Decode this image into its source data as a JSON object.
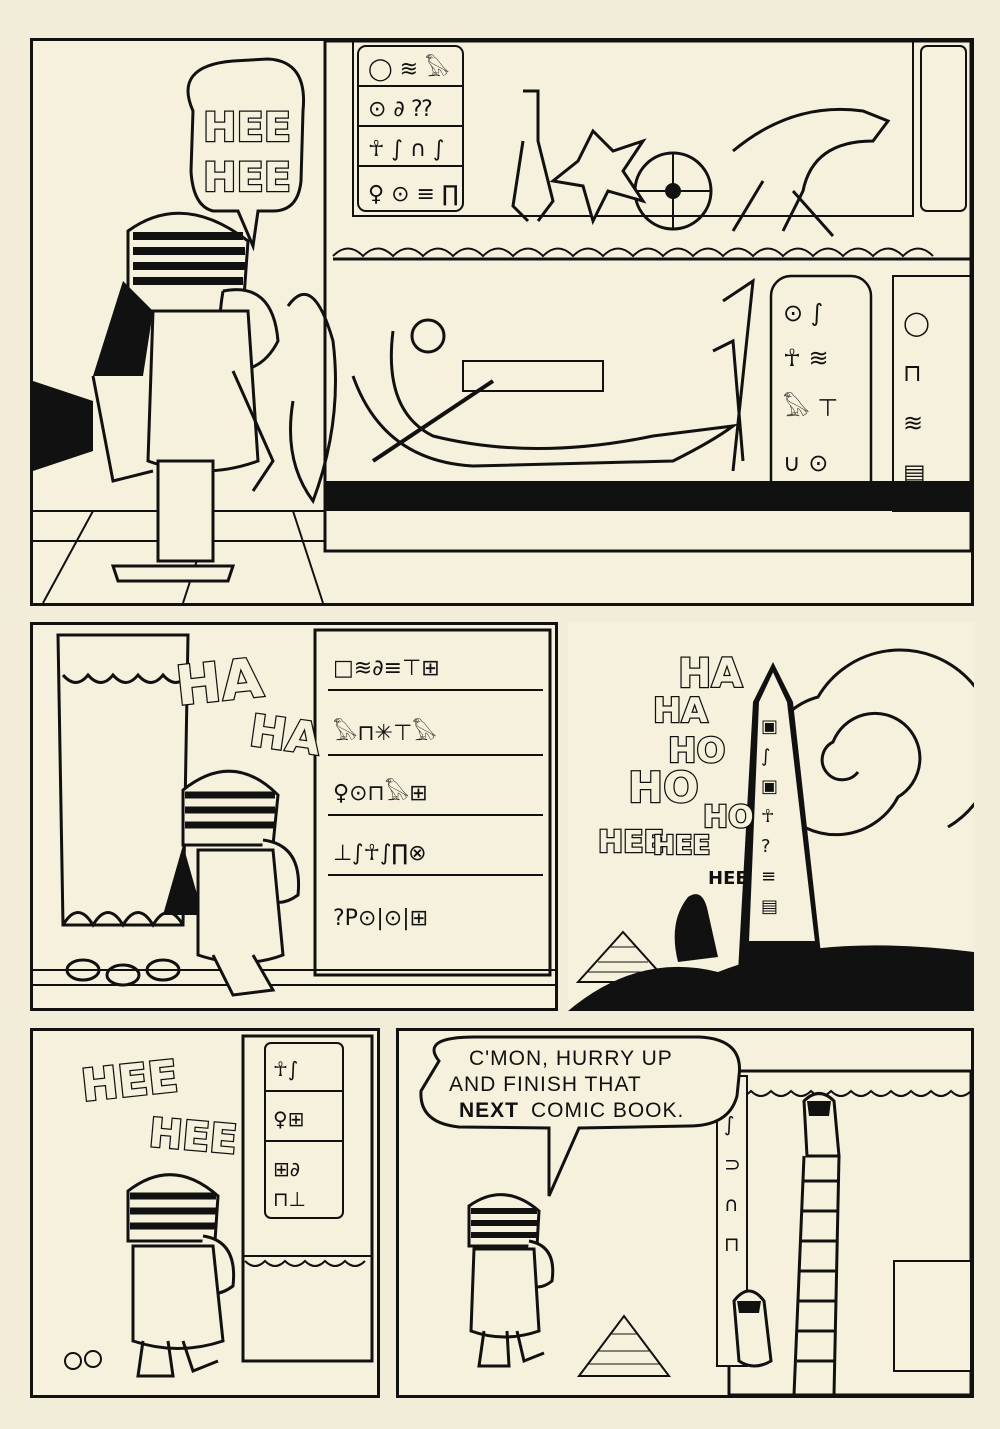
{
  "panels": [
    {
      "id": "panel-1",
      "sfx": [
        "HEE",
        "HEE"
      ]
    },
    {
      "id": "panel-2",
      "sfx": [
        "HA",
        "HA"
      ]
    },
    {
      "id": "panel-3",
      "sfx": [
        "HA",
        "HA",
        "HO",
        "HO",
        "HO",
        "HEE",
        "HEE",
        "HEE"
      ]
    },
    {
      "id": "panel-4",
      "sfx": [
        "HEE",
        "HEE"
      ]
    },
    {
      "id": "panel-5",
      "balloon": {
        "line1": "C'MON, HURRY UP",
        "line2_a": "AND FINISH THAT",
        "line3_bold": "NEXT",
        "line3_rest": "COMIC BOOK."
      }
    }
  ],
  "colors": {
    "ink": "#111111",
    "paper": "#f6f1dc"
  },
  "icons": [
    "hieroglyph-wall",
    "obelisk",
    "pyramid",
    "sun-spiral",
    "ladder",
    "column"
  ]
}
